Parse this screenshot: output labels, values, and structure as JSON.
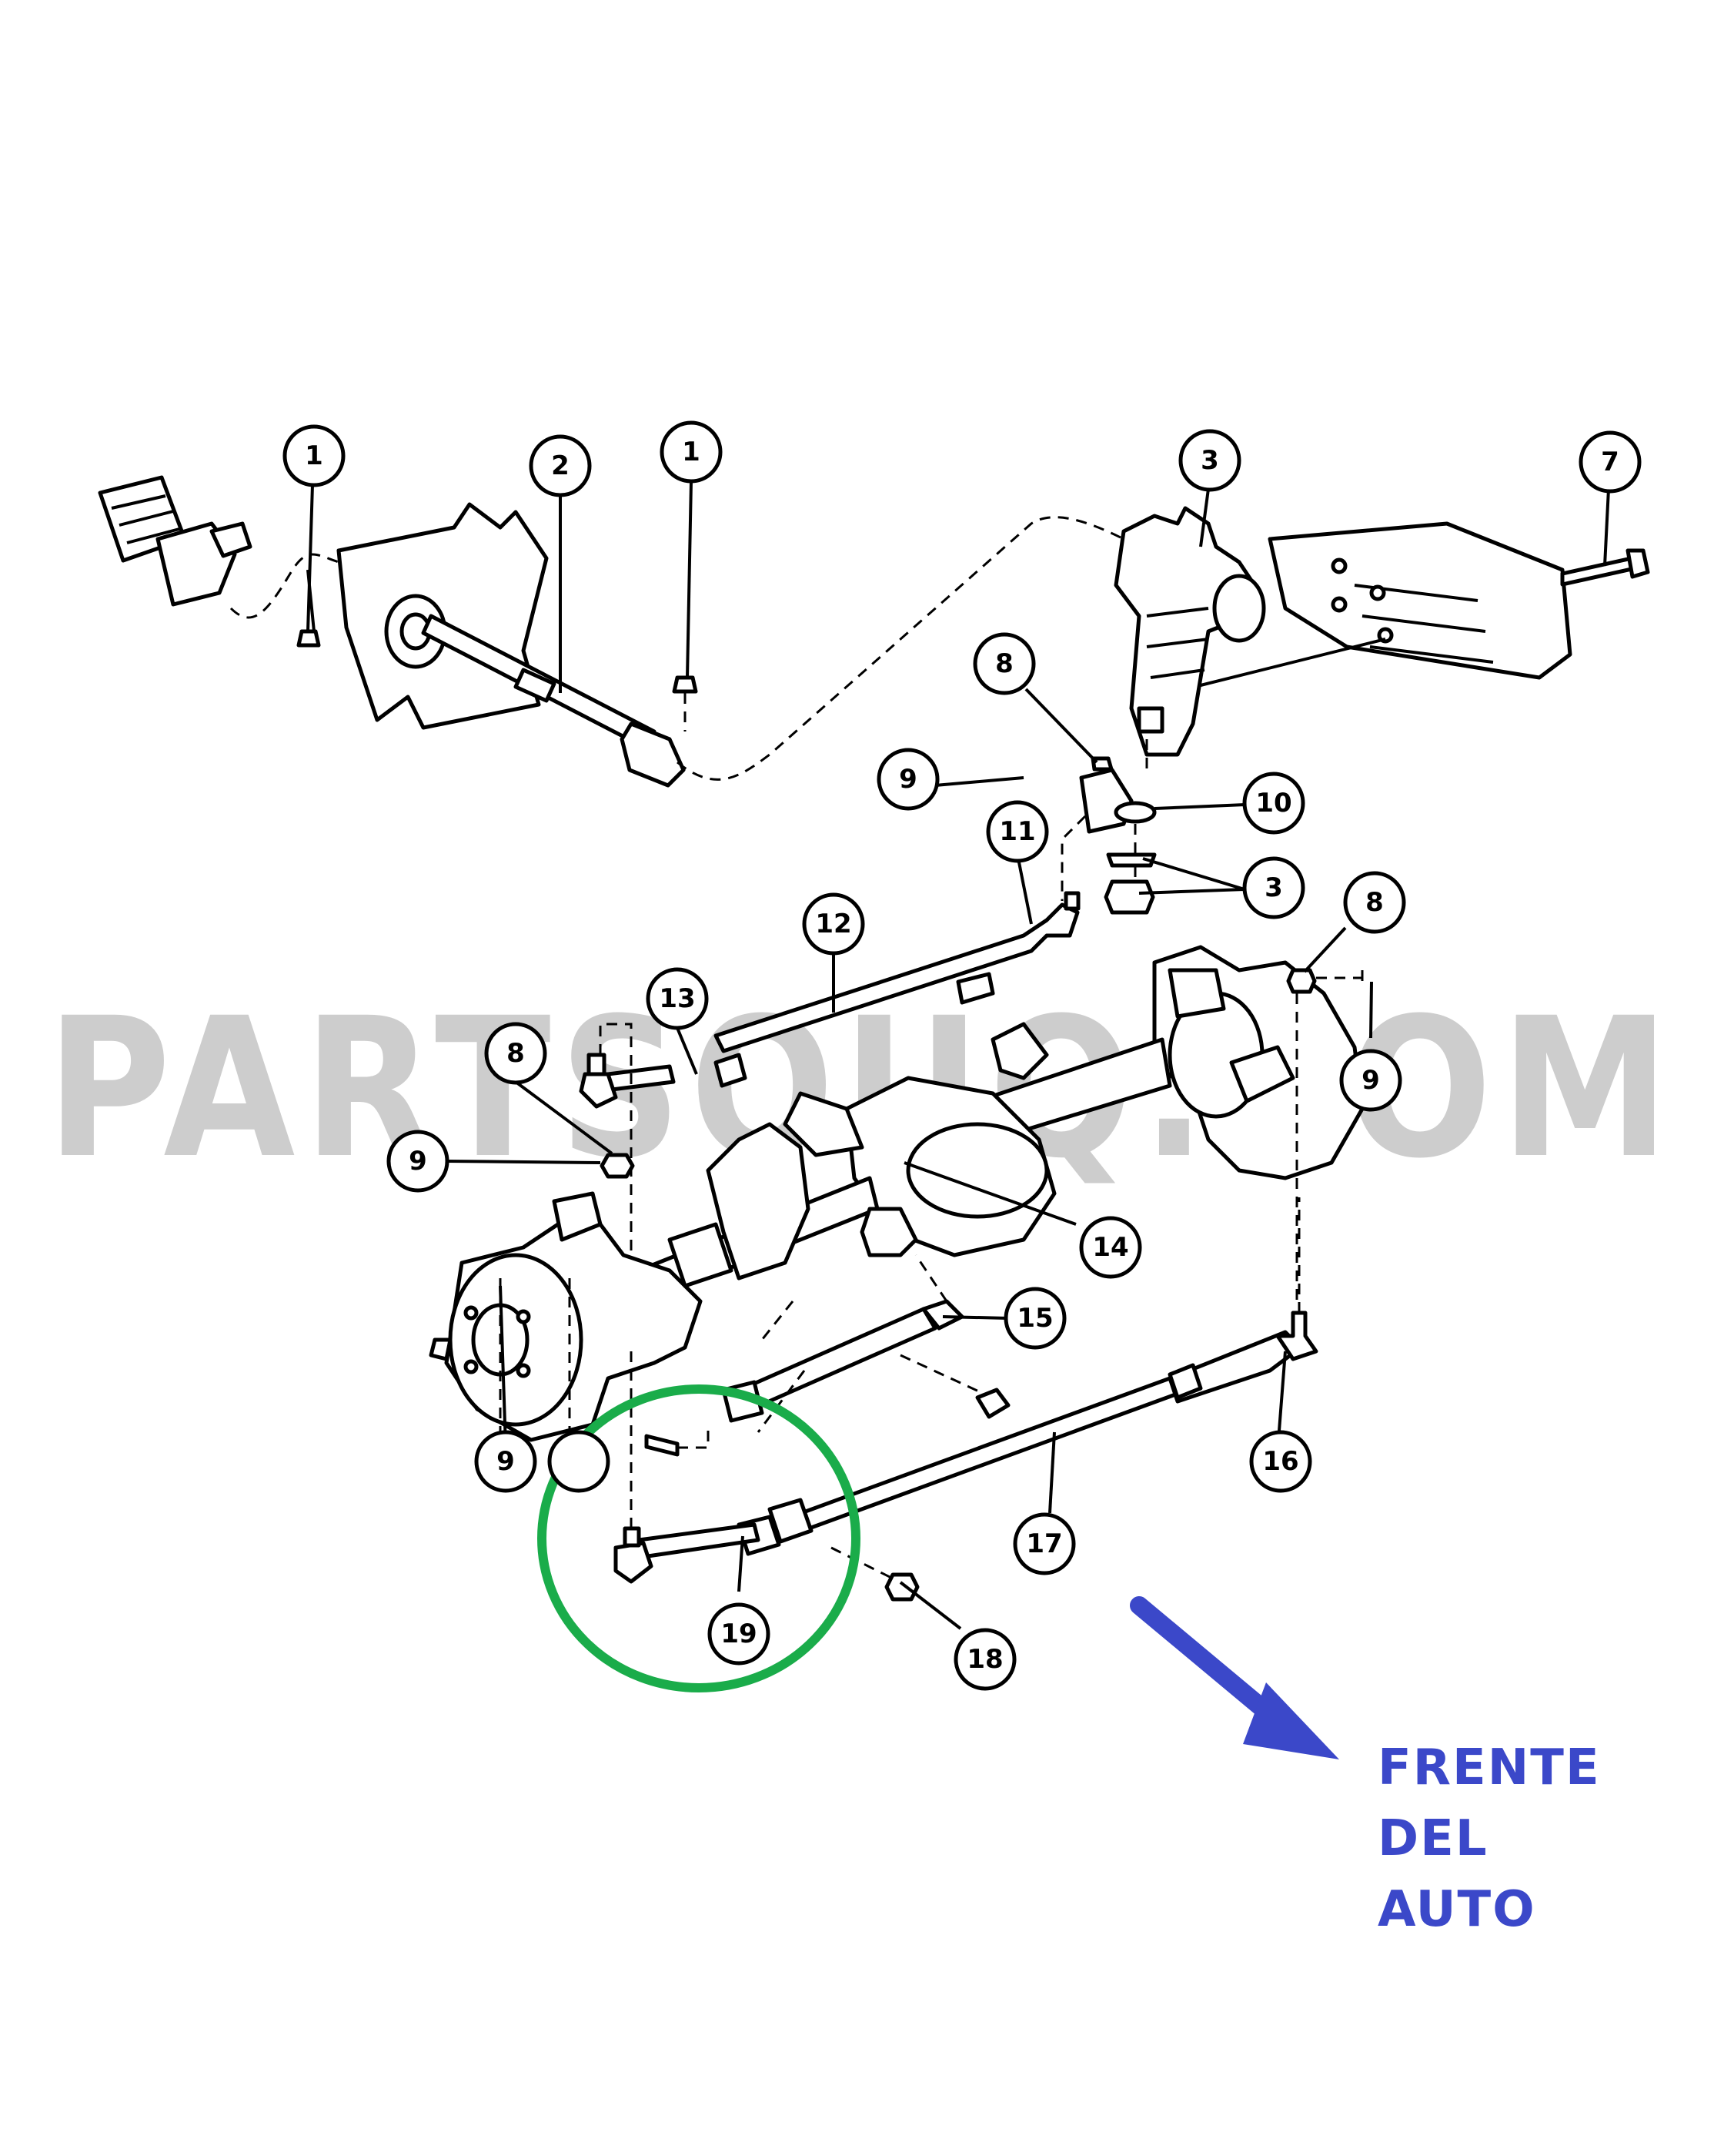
{
  "watermark": "PARTSOUQ.COM",
  "callouts": [
    "1",
    "2",
    "1",
    "3",
    "7",
    "8",
    "9",
    "10",
    "11",
    "3",
    "12",
    "8",
    "13",
    "9",
    "8",
    "9",
    "14",
    "15",
    "9",
    "16",
    "17",
    "18",
    "19"
  ],
  "front_label": [
    "FRENTE",
    "DEL",
    "AUTO"
  ],
  "colors": {
    "highlight": "#1aac4a",
    "arrow": "#3b48c9",
    "watermark": "#bdbdbd"
  }
}
